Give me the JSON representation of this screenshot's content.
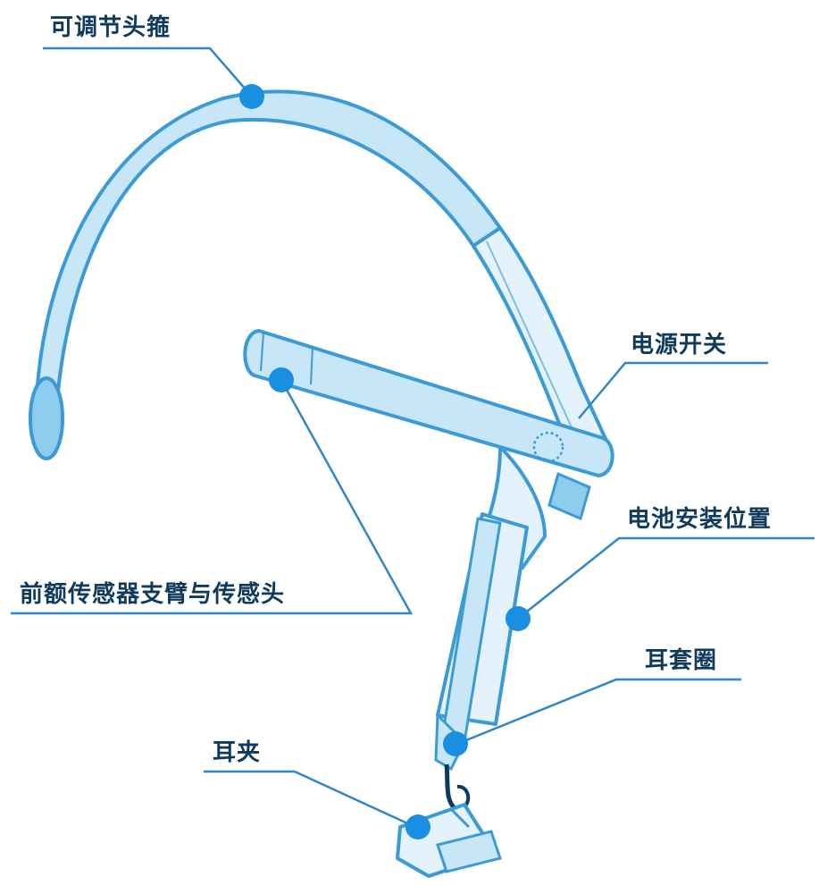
{
  "labels": {
    "headband": "可调节头箍",
    "power_switch": "电源开关",
    "battery": "电池安装位置",
    "forehead_sensor": "前额传感器支臂与传感头",
    "ear_loop": "耳套圈",
    "ear_clip": "耳夹"
  },
  "colors": {
    "outline": "#3a9bd8",
    "fill": "#c7e6f7",
    "fill_light": "#e4f3fb",
    "fill_dark": "#8fcdee",
    "marker": "#1a8ee0",
    "leader": "#2f86c8",
    "text": "#0f3a5c"
  }
}
